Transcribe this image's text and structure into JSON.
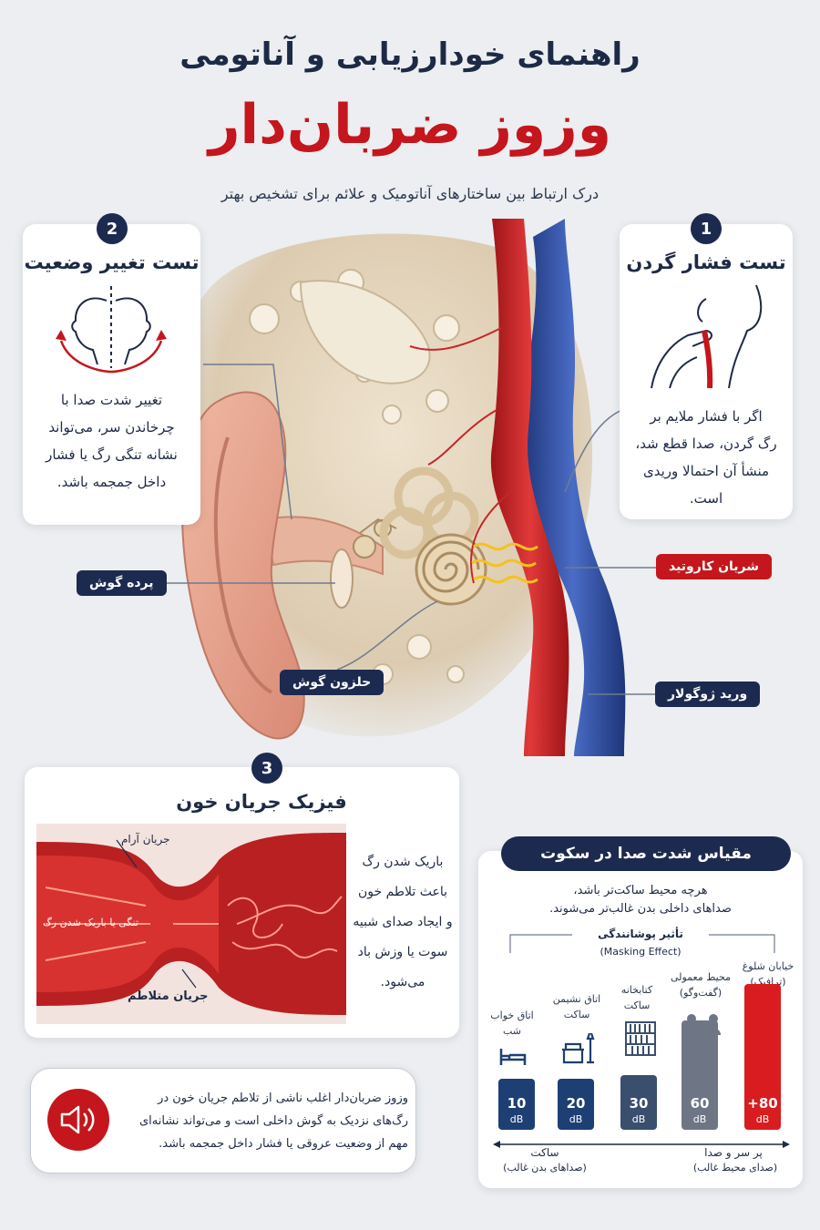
{
  "header": {
    "title_line1": "راهنمای خودارزیابی و آناتومی",
    "title_line2": "وزوز ضربان‌دار",
    "subtitle": "درک ارتباط بین ساختارهای آناتومیک و علائم برای تشخیص بهتر"
  },
  "card1": {
    "number": "1",
    "title": "تست فشار گردن",
    "text": [
      "اگر با فشار ملایم بر",
      "رگ گردن، صدا قطع شد،",
      "منشأ آن احتمالا وریدی",
      "است."
    ]
  },
  "card2": {
    "number": "2",
    "title": "تست تغییر وضعیت",
    "text": [
      "تغییر شدت صدا با",
      "چرخاندن سر، می‌تواند",
      "نشانه تنگی رگ یا فشار",
      "داخل جمجمه باشد."
    ]
  },
  "card3": {
    "number": "3",
    "title": "فیزیک جریان خون",
    "text": [
      "باریک شدن رگ",
      "باعث تلاطم خون",
      "و ایجاد صدای شبیه",
      "سوت یا وزش باد",
      "می‌شود."
    ],
    "diagram": {
      "calm_flow": "جریان آرام",
      "narrowing": "تنگی یا باریک شدن رگ",
      "turbulent_flow": "جریان متلاطم"
    }
  },
  "labels": {
    "eardrum": "پرده گوش",
    "cochlea": "حلزون گوش",
    "carotid": "شریان کاروتید",
    "jugular": "ورید ژوگولار"
  },
  "note": {
    "text": [
      "وزوز ضربان‌دار اغلب ناشی از تلاطم جریان خون در",
      "رگ‌های نزدیک به گوش داخلی است و می‌تواند نشانه‌ای",
      "مهم از وضعیت عروقی یا فشار داخل جمجمه باشد."
    ]
  },
  "scale": {
    "title": "مقیاس شدت صدا در سکوت",
    "desc": [
      "هرچه محیط ساکت‌تر باشد،",
      "صداهای داخلی بدن غالب‌تر می‌شوند."
    ],
    "masking_title": "تأثیر پوشانندگی",
    "masking_en": "(Masking Effect)",
    "unit": "dB",
    "axis_quiet": "ساکت",
    "axis_quiet_sub": "(صداهای بدن غالب)",
    "axis_loud": "پر سر و صدا",
    "axis_loud_sub": "(صدای محیط غالب)"
  },
  "chart_data": {
    "type": "bar",
    "categories": [
      "اتاق خواب شب",
      "اتاق نشیمن ساکت",
      "کتابخانه ساکت",
      "محیط معمولی (گفت‌وگو)",
      "خیابان شلوغ (ترافیک)"
    ],
    "category_lines": [
      [
        "اتاق خواب",
        "شب"
      ],
      [
        "اتاق نشیمن",
        "ساکت"
      ],
      [
        "کتابخانه",
        "ساکت"
      ],
      [
        "محیط معمولی",
        "(گفت‌وگو)"
      ],
      [
        "خیابان شلوغ",
        "(ترافیک)"
      ]
    ],
    "values": [
      10,
      20,
      30,
      60,
      80
    ],
    "value_labels": [
      "10",
      "20",
      "30",
      "60",
      "80+"
    ],
    "unit": "dB",
    "colors": [
      "#1e3f73",
      "#1e3f73",
      "#3a4e6e",
      "#6e7686",
      "#d81c1f"
    ],
    "ylim": [
      0,
      80
    ],
    "grid": false,
    "legend": "none"
  },
  "colors": {
    "navy": "#1d2a4f",
    "red": "#c4161c",
    "artery": "#cc2224",
    "vein": "#2f4fa4"
  }
}
